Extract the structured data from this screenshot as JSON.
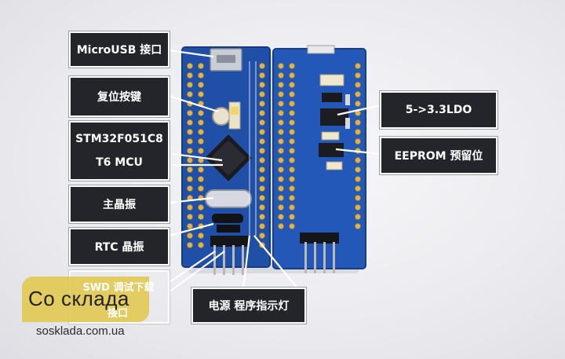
{
  "callouts": {
    "microusb": "MicroUSB 接口",
    "reset": "复位按键",
    "mcu_line1": "STM32F051C8",
    "mcu_line2": "T6    MCU",
    "crystal": "主晶振",
    "rtc": "RTC 晶振",
    "swd_line1": "SWD 调试下载",
    "swd_line2": "接口",
    "power": "电源  程序指示灯",
    "ldo": "5->3.3LDO",
    "eeprom": "EEPROM 预留位"
  },
  "watermark": {
    "title": "Со склада",
    "url": "sosklada.com.ua"
  },
  "colors": {
    "pcb_blue": "#1f4fa6",
    "callout_bg": "#23252b",
    "badge_yellow": "#e2c955"
  }
}
